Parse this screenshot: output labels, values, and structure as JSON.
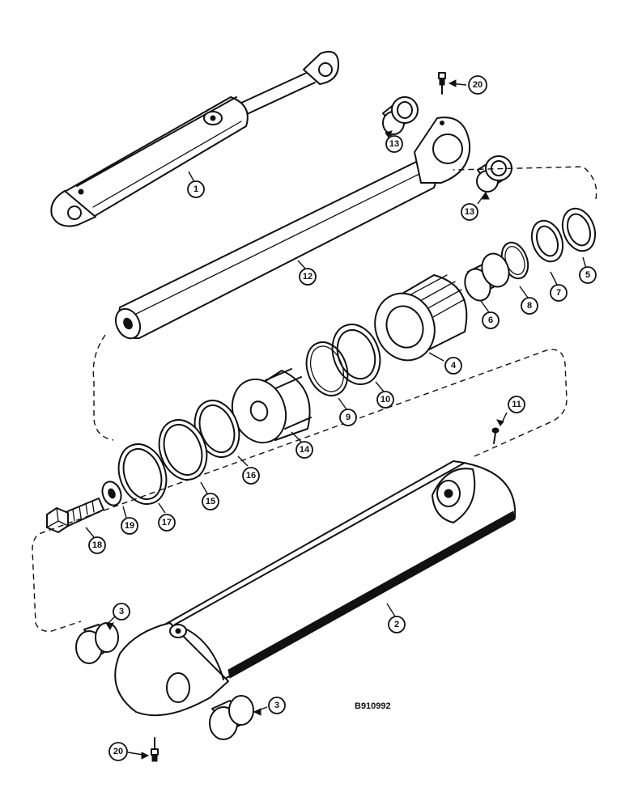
{
  "drawing_code": "B910992",
  "callouts": [
    {
      "id": "c1",
      "label": "1"
    },
    {
      "id": "c2",
      "label": "2"
    },
    {
      "id": "c3a",
      "label": "3"
    },
    {
      "id": "c3b",
      "label": "3"
    },
    {
      "id": "c4",
      "label": "4"
    },
    {
      "id": "c5",
      "label": "5"
    },
    {
      "id": "c6",
      "label": "6"
    },
    {
      "id": "c7",
      "label": "7"
    },
    {
      "id": "c8",
      "label": "8"
    },
    {
      "id": "c9",
      "label": "9"
    },
    {
      "id": "c10",
      "label": "10"
    },
    {
      "id": "c11",
      "label": "11"
    },
    {
      "id": "c12",
      "label": "12"
    },
    {
      "id": "c13a",
      "label": "13"
    },
    {
      "id": "c13b",
      "label": "13"
    },
    {
      "id": "c14",
      "label": "14"
    },
    {
      "id": "c15",
      "label": "15"
    },
    {
      "id": "c16",
      "label": "16"
    },
    {
      "id": "c17",
      "label": "17"
    },
    {
      "id": "c18",
      "label": "18"
    },
    {
      "id": "c19",
      "label": "19"
    },
    {
      "id": "c20a",
      "label": "20"
    },
    {
      "id": "c20b",
      "label": "20"
    }
  ]
}
